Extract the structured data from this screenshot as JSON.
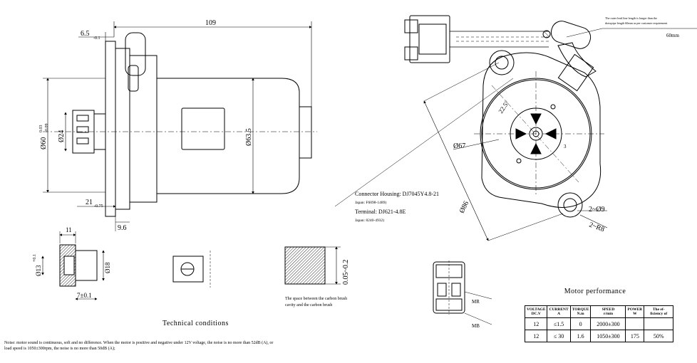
{
  "dimensions": {
    "length": "109",
    "shaft_offset": "6.5",
    "shaft_offset_tol": "-0.1",
    "body_dia": "Ø60",
    "body_dia_tol_upper": "0.03",
    "body_dia_tol_lower": "-0.09",
    "inner_dia": "Ø24",
    "motor_dia": "Ø63.5",
    "flange_len": "21",
    "flange_len_tol": "-0.75",
    "flange_thk": "9.6",
    "gear_len": "11",
    "gear_dia": "Ø13",
    "gear_dia_tol": "+0.1",
    "gear_outer": "Ø18",
    "gear_width": "7±0.1",
    "brush_gap": "0.05~0.2",
    "pcd": "Ø67",
    "body_outer": "Ø86",
    "angle": "22.5°",
    "hole": "2~Ø9",
    "radius": "2~R8",
    "key": "3",
    "lead_len": "60mm"
  },
  "notes": {
    "lead_line_note_1": "The outer lead line length is longer than the",
    "lead_line_note_2": "drawpipe length 60mm as per customer requirement",
    "connector_housing": "Connector Housing: DJ7045Y4.8-21",
    "connector_japan": "Japan: F6098-1489)",
    "terminal": "Terminal: DJ621-4.8E",
    "terminal_japan": "Japan: 8240-4932)",
    "brush_note_1": "The space between the carbon brush",
    "brush_note_2": "cavity and the carbon brush",
    "mr_label": "MR",
    "mb_label": "MB"
  },
  "performance": {
    "title": "Motor performance",
    "headers": [
      {
        "l1": "VOLTAGE",
        "l2": "DC.V"
      },
      {
        "l1": "CURRENT",
        "l2": "A"
      },
      {
        "l1": "TORQUE",
        "l2": "N.m"
      },
      {
        "l1": "SPEED",
        "l2": "r/min"
      },
      {
        "l1": "POWER",
        "l2": "W"
      },
      {
        "l1": "The ef-",
        "l2": "ficiency of"
      }
    ],
    "rows": [
      [
        "12",
        "≤1.5",
        "0",
        "2000±300",
        "",
        ""
      ],
      [
        "12",
        "≤ 30",
        "1.6",
        "1050±300",
        "175",
        "50%"
      ]
    ]
  },
  "technical": {
    "title": "Technical conditions",
    "line1": "Noise: motor sound is continuous, soft and no difference. When the motor is positive and negative under 12V voltage, the noise is no more than 52dB (A), or",
    "line2": "load speed is 1050±300rpm, the noise is no more than 50dB (A);"
  }
}
